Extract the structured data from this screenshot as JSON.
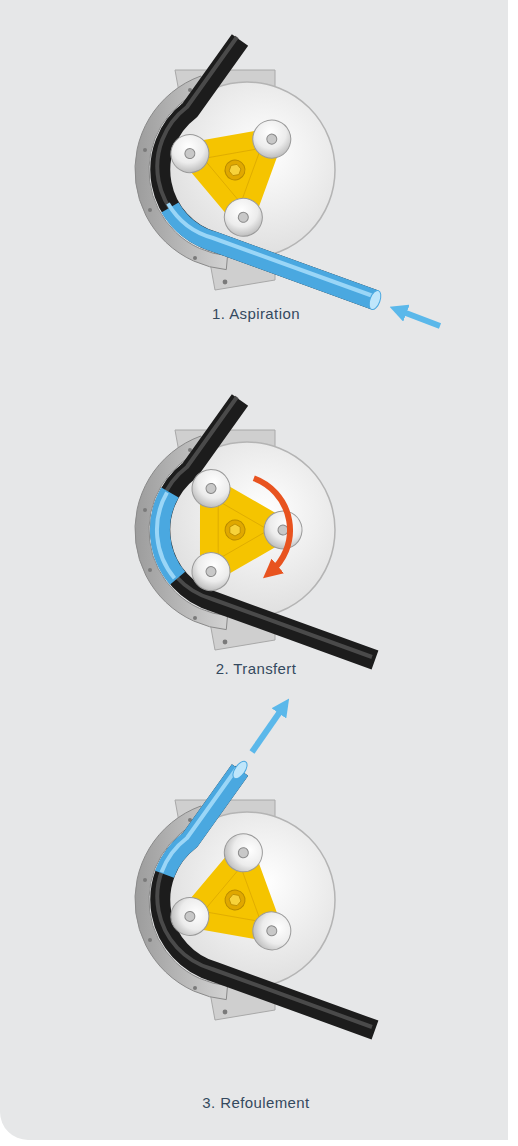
{
  "diagram": {
    "labels": [
      "1. Aspiration",
      "2. Transfert",
      "3. Refoulement"
    ]
  }
}
